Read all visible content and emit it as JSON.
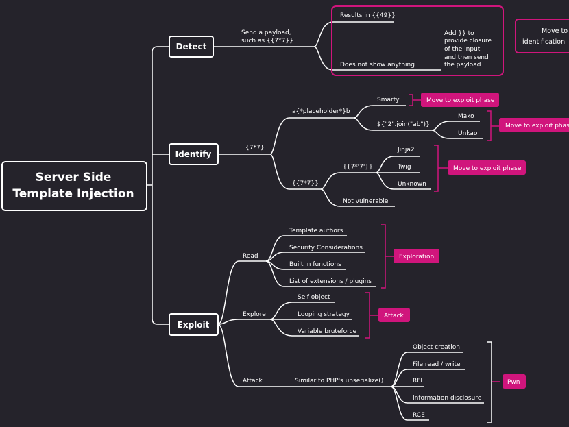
{
  "root": "Server Side Template Injection",
  "root_lines": [
    "Server Side",
    "Template Injection"
  ],
  "branches": {
    "detect": "Detect",
    "identify": "Identify",
    "exploit": "Exploit"
  },
  "detect": {
    "payload_lines": [
      "Send a payload,",
      "such as {{7*7}}"
    ],
    "results": "Results in {{49}}",
    "no_show": "Does not show anything",
    "add_lines": [
      "Add }} to",
      "provide closure",
      "of the input",
      "and then send",
      "the payload"
    ],
    "move_lines": [
      "Move to",
      "identification"
    ]
  },
  "identify": {
    "expr": "{7*7}",
    "placeholder": "a{*placeholder*}b",
    "smarty": "Smarty",
    "join": "${\"2\".join(\"ab\")}",
    "mako": "Mako",
    "unkao": "Unkao",
    "double": "{{7*7}}",
    "double_str": "{{7*'7'}}",
    "jinja2": "Jinja2",
    "twig": "Twig",
    "unknown": "Unknown",
    "not_vulnerable": "Not vulnerable",
    "move1": "Move to exploit phase",
    "move2": "Move to exploit phas",
    "move3": "Move to exploit phase"
  },
  "exploit": {
    "read": "Read",
    "read_items": [
      "Template authors",
      "Security Considerations",
      "Built in functions",
      "List of extensions / plugins"
    ],
    "exploration": "Exploration",
    "explore": "Explore",
    "explore_items": [
      "Self object",
      "Looping strategy",
      "Variable bruteforce"
    ],
    "attack_tag": "Attack",
    "attack": "Attack",
    "similar": "Similar to PHP's unserialize()",
    "attack_items": [
      "Object creation",
      "File read / write",
      "RFI",
      "Information disclosure",
      "RCE"
    ],
    "pwn": "Pwn"
  },
  "colors": {
    "background": "#25232b",
    "line": "#ffffff",
    "accent": "#d0157c"
  }
}
